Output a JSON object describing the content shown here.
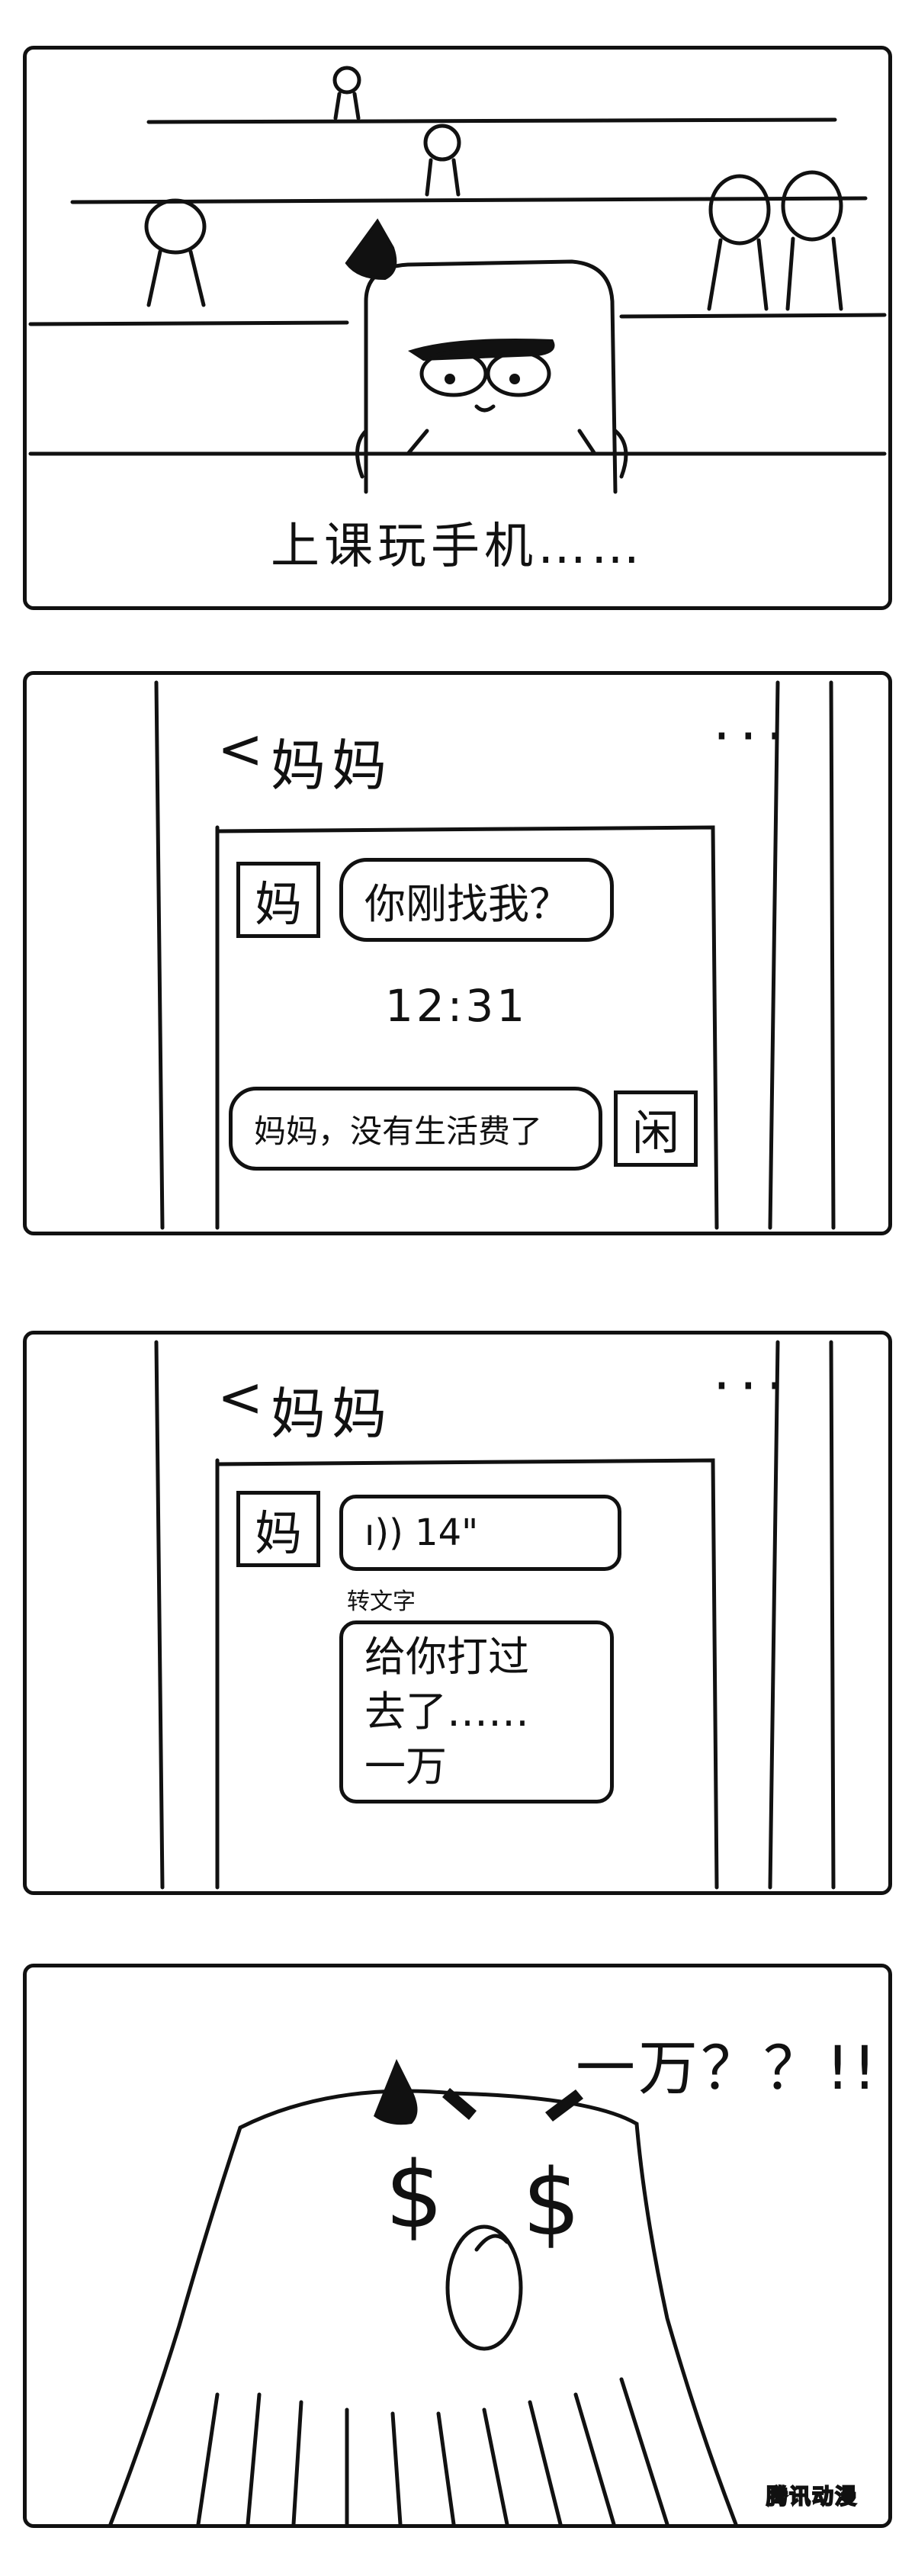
{
  "panel1": {
    "caption": "上课玩手机……"
  },
  "panel2": {
    "back_glyph": "<",
    "chat_title": "妈妈",
    "menu_glyph": "···",
    "mom_avatar": "妈",
    "mom_message": "你刚找我？",
    "timestamp": "12:31",
    "my_message": "妈妈，没有生活费了",
    "my_avatar": "闲"
  },
  "panel3": {
    "back_glyph": "<",
    "chat_title": "妈妈",
    "menu_glyph": "···",
    "mom_avatar": "妈",
    "voice_message": "ı)) 14\"",
    "transcribe_label": "转文字",
    "transcribed_text_line1": "给你打过",
    "transcribed_text_line2": "去了……",
    "transcribed_text_line3": "一万"
  },
  "panel4": {
    "exclamation": "一万？？!!",
    "eye_left": "$",
    "eye_right": "$"
  },
  "watermark": "腾讯动漫"
}
